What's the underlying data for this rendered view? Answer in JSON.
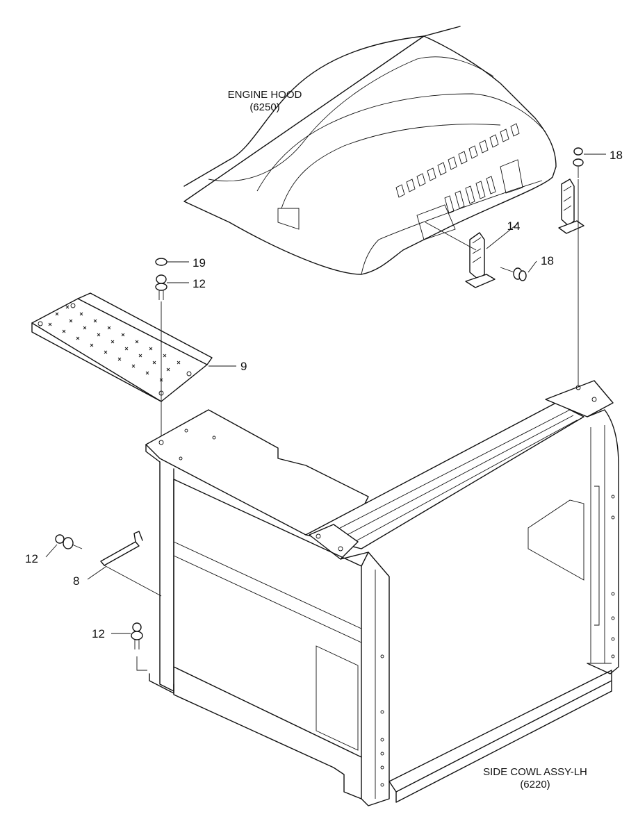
{
  "labels": {
    "engine_hood": "ENGINE HOOD",
    "engine_hood_ref": "(6250)",
    "side_cowl": "SIDE COWL ASSY-LH",
    "side_cowl_ref": "(6220)"
  },
  "callouts": {
    "c18_top": "18",
    "c14": "14",
    "c18_mid": "18",
    "c19": "19",
    "c12_top": "12",
    "c9": "9",
    "c12_left": "12",
    "c8": "8",
    "c12_bottom": "12"
  }
}
